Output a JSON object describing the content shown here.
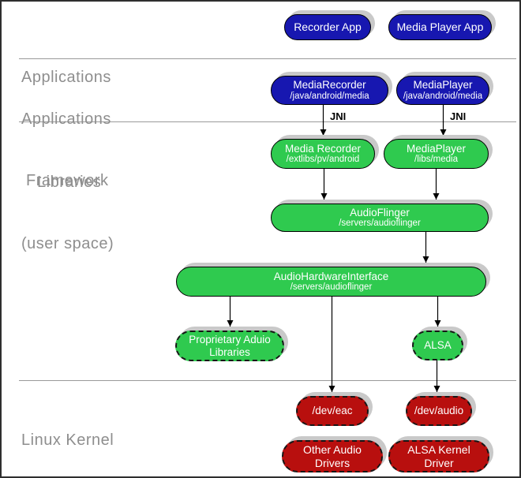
{
  "diagram": {
    "sections": {
      "applications": "Applications",
      "framework_line1": "Applications",
      "framework_line2": "Framework",
      "libraries_line1": "Libraries",
      "libraries_line2": "(user space)",
      "kernel": "Linux Kernel"
    },
    "jni_label": "JNI",
    "nodes": {
      "recorder_app": {
        "title": "Recorder App"
      },
      "media_player_app": {
        "title": "Media Player App"
      },
      "media_recorder_fw": {
        "title": "MediaRecorder",
        "subtitle": "/java/android/media"
      },
      "media_player_fw": {
        "title": "MediaPlayer",
        "subtitle": "/java/android/media"
      },
      "media_recorder_lib": {
        "title": "Media Recorder",
        "subtitle": "/extlibs/pv/android"
      },
      "media_player_lib": {
        "title": "MediaPlayer",
        "subtitle": "/libs/media"
      },
      "audio_flinger": {
        "title": "AudioFlinger",
        "subtitle": "/servers/audioflinger"
      },
      "audio_hw_interface": {
        "title": "AudioHardwareInterface",
        "subtitle": "/servers/audioflinger"
      },
      "proprietary_audio": {
        "title": "Proprietary Aduio Libraries"
      },
      "alsa": {
        "title": "ALSA"
      },
      "dev_eac": {
        "title": "/dev/eac"
      },
      "dev_audio": {
        "title": "/dev/audio"
      },
      "other_audio_drivers": {
        "title": "Other Audio Drivers"
      },
      "alsa_kernel_driver": {
        "title": "ALSA Kernel Driver"
      }
    },
    "colors": {
      "blue": "#1717b0",
      "green": "#2fca4f",
      "red": "#b80f0e",
      "shadow": "#c9c9c9",
      "divider": "#9a9a9a",
      "label_gray": "#8e8e8e"
    }
  }
}
